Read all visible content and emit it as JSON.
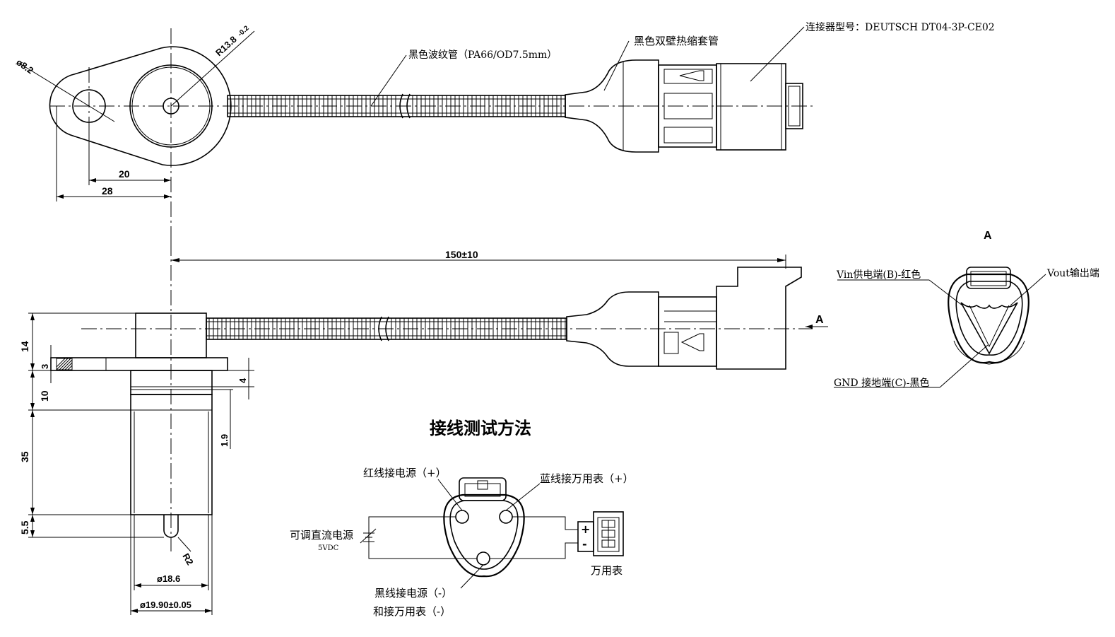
{
  "top_view": {
    "dim_hole": "ø8.2",
    "dim_radius": "R13.8",
    "dim_radius_tol": "-0.2",
    "dim_20": "20",
    "dim_28": "28",
    "label_conduit": "黑色波纹管（PA66/OD7.5mm）",
    "label_heatshrink": "黑色双壁热缩套管",
    "label_connector": "连接器型号：DEUTSCH DT04-3P-CE02"
  },
  "side_view": {
    "dim_length": "150±10",
    "dim_14": "14",
    "dim_3": "3",
    "dim_10": "10",
    "dim_4": "4",
    "dim_1_9": "1.9",
    "dim_35": "35",
    "dim_5_5": "5.5",
    "dim_r2": "R2",
    "dim_d18_6": "ø18.6",
    "dim_d19_9": "ø19.90±0.05",
    "section_mark": "A"
  },
  "view_a": {
    "title": "A",
    "vin_label": "Vin供电端(B)-红色",
    "vout_label": "Vout输出端",
    "gnd_label": "GND  接地端(C)-黑色"
  },
  "wiring_test": {
    "title": "接线测试方法",
    "red_label": "红线接电源（+）",
    "blue_label": "蓝线接万用表（+）",
    "psu_label": "可调直流电源",
    "psu_voltage": "5VDC",
    "meter_label": "万用表",
    "plus_sign": "+",
    "minus_sign": "-",
    "black_label_1": "黑线接电源（-）",
    "black_label_2": "和接万用表（-）"
  }
}
